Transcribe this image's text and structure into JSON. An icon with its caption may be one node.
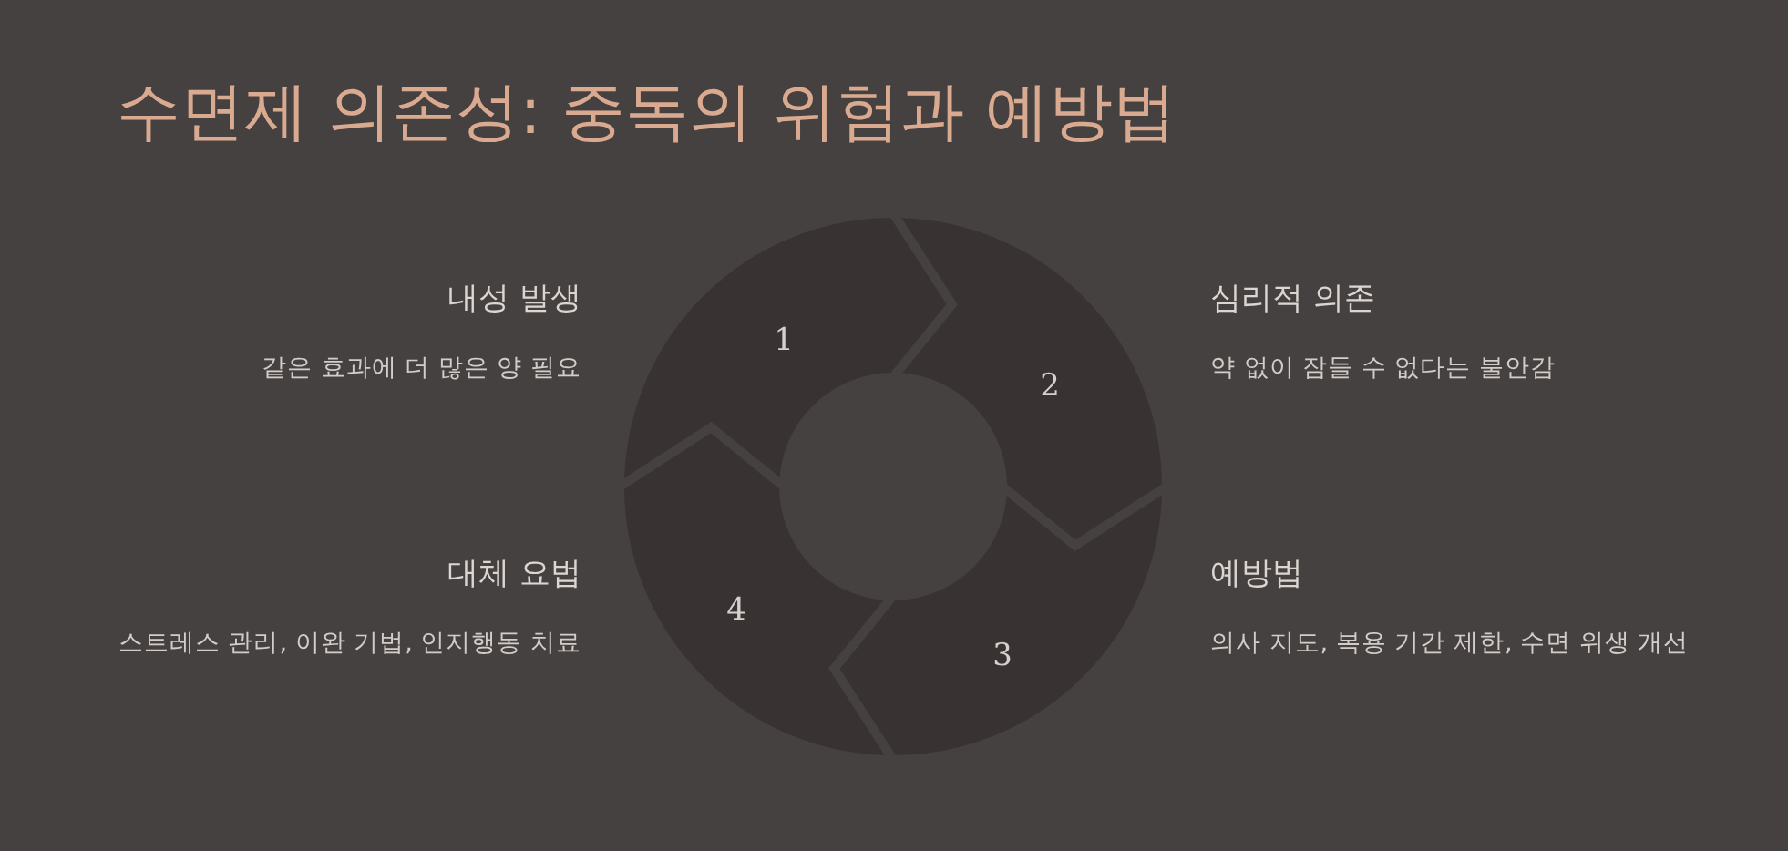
{
  "diagram": {
    "title": "수면제 의존성: 중독의 위험과 예방법",
    "nodes": [
      {
        "text": [
          "1"
        ],
        "beside": [
          "내성 발생",
          "같은 효과에 더 많은 양 필요"
        ]
      },
      {
        "text": [
          "2"
        ],
        "beside": [
          "심리적 의존",
          "약 없이 잠들 수 없다는 불안감"
        ]
      },
      {
        "text": [
          "3"
        ],
        "beside": [
          "예방법",
          "의사 지도, 복용 기간 제한, 수면 위생 개선"
        ]
      },
      {
        "text": [
          "4"
        ],
        "beside": [
          "대체 요법",
          "스트레스 관리, 이완 기법, 인지행동 치료"
        ]
      }
    ]
  }
}
